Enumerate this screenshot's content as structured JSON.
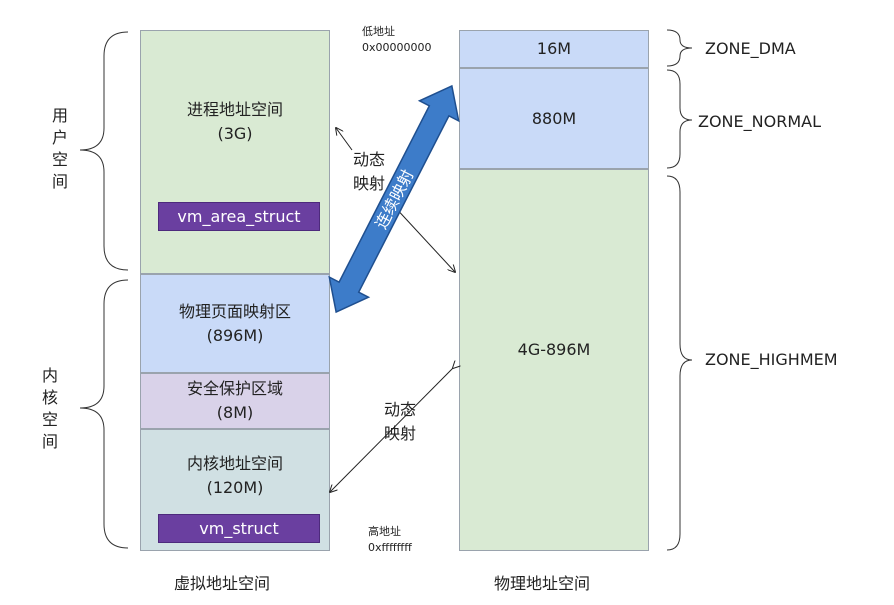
{
  "virtual": {
    "caption": "虚拟地址空间",
    "user_space": {
      "label": "进程地址空间",
      "size": "(3G)",
      "struct": "vm_area_struct"
    },
    "phys_map": {
      "label": "物理页面映射区",
      "size": "(896M)"
    },
    "guard": {
      "label": "安全保护区域",
      "size": "(8M)"
    },
    "kernel_space": {
      "label": "内核地址空间",
      "size": "(120M)",
      "struct": "vm_struct"
    }
  },
  "physical": {
    "caption": "物理地址空间",
    "dma": {
      "size": "16M",
      "zone": "ZONE_DMA"
    },
    "normal": {
      "size": "880M",
      "zone": "ZONE_NORMAL"
    },
    "highmem": {
      "size": "4G-896M",
      "zone": "ZONE_HIGHMEM"
    }
  },
  "brace_labels": {
    "user": [
      "用",
      "户",
      "空",
      "间"
    ],
    "kernel": [
      "内",
      "核",
      "空",
      "间"
    ]
  },
  "address": {
    "low_label": "低地址",
    "low_value": "0x00000000",
    "high_label": "高地址",
    "high_value": "0xffffffff"
  },
  "mapping": {
    "dynamic_1": "动态",
    "dynamic_2": "映射",
    "continuous": "连续映射"
  },
  "colors": {
    "user_fill": "#d9ead3",
    "phys_map_fill": "#c9daf8",
    "guard_fill": "#d9d2e9",
    "kernel_fill": "#d0e0e3",
    "dma_fill": "#c9daf8",
    "highmem_fill": "#d9ead3",
    "arrow_fill": "#3d7cc9",
    "struct_fill": "#6a3fa0"
  }
}
